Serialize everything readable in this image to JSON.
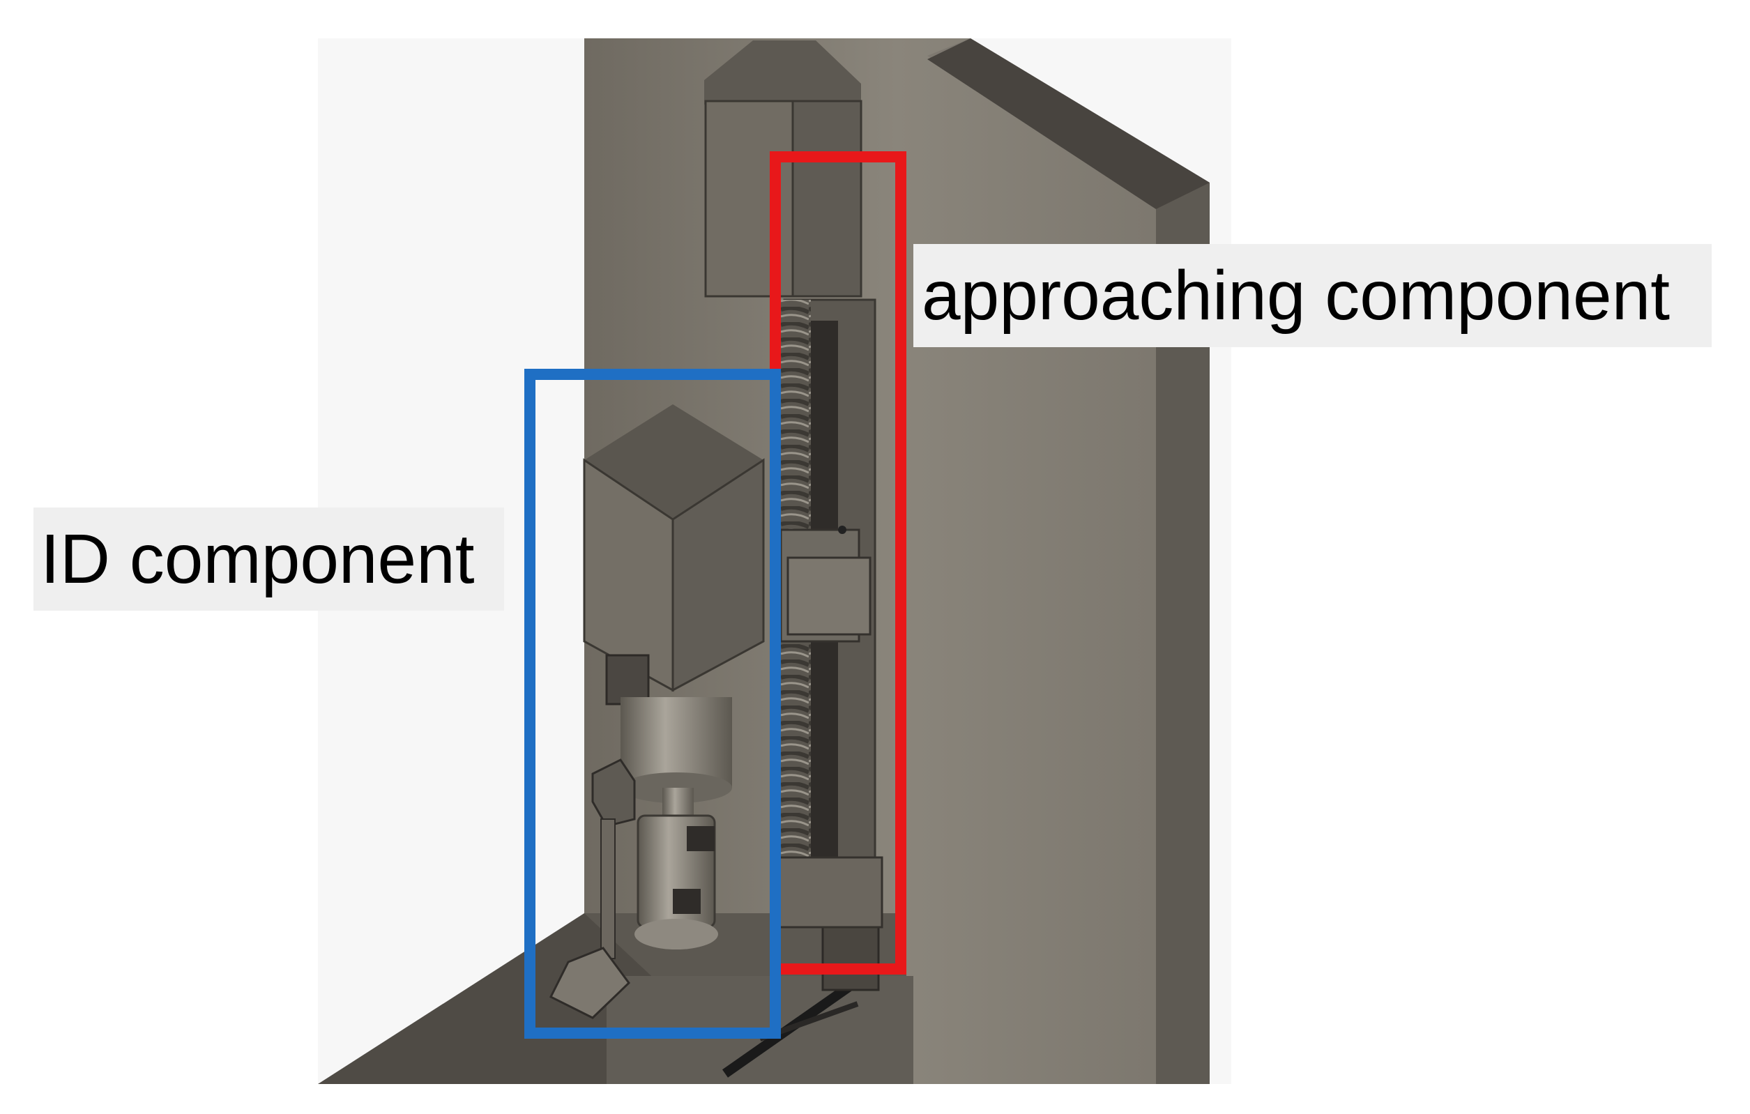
{
  "labels": {
    "approaching": "approaching component",
    "id": "ID component"
  },
  "colors": {
    "approaching_box": "#e8181a",
    "id_box": "#1f6fc4",
    "label_bg": "#efefef",
    "machine_body": "#7a756c",
    "machine_dark": "#4f4b45",
    "background": "#ffffff"
  },
  "icons": {
    "approaching_part": "ball-screw-linear-actuator",
    "id_part": "motor-spindle-assembly"
  }
}
